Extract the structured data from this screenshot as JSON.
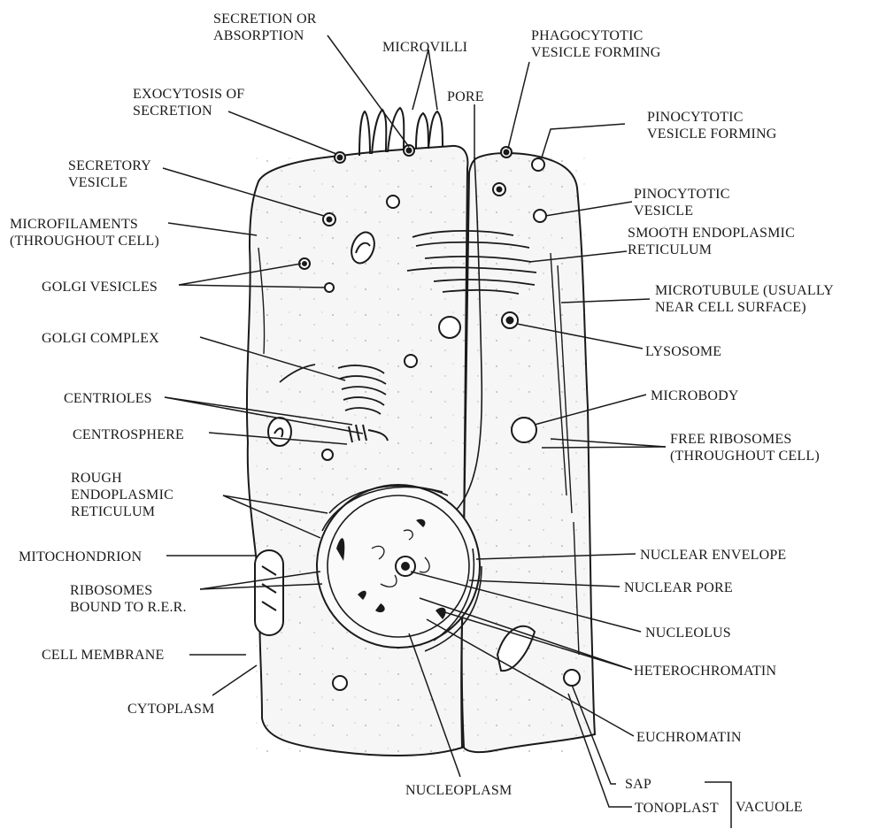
{
  "labels": {
    "secretion_or_absorption": "SECRETION OR\nABSORPTION",
    "microvilli": "MICROVILLI",
    "phagocytotic_vesicle_forming": "PHAGOCYTOTIC\nVESICLE FORMING",
    "exocytosis_of_secretion": "EXOCYTOSIS OF\nSECRETION",
    "pore": "PORE",
    "pinocytotic_vesicle_forming": "PINOCYTOTIC\nVESICLE FORMING",
    "secretory_vesicle": "SECRETORY\nVESICLE",
    "pinocytotic_vesicle": "PINOCYTOTIC\nVESICLE",
    "microfilaments": "MICROFILAMENTS\n(THROUGHOUT CELL)",
    "smooth_er": "SMOOTH ENDOPLASMIC\nRETICULUM",
    "golgi_vesicles": "GOLGI VESICLES",
    "microtubule": "MICROTUBULE (USUALLY\nNEAR CELL SURFACE)",
    "golgi_complex": "GOLGI COMPLEX",
    "lysosome": "LYSOSOME",
    "centrioles": "CENTRIOLES",
    "microbody": "MICROBODY",
    "centrosphere": "CENTROSPHERE",
    "free_ribosomes": "FREE RIBOSOMES\n(THROUGHOUT CELL)",
    "rough_er": "ROUGH\nENDOPLASMIC\nRETICULUM",
    "mitochondrion": "MITOCHONDRION",
    "nuclear_envelope": "NUCLEAR ENVELOPE",
    "ribosomes_bound": "RIBOSOMES\nBOUND TO R.E.R.",
    "nuclear_pore": "NUCLEAR PORE",
    "nucleolus": "NUCLEOLUS",
    "cell_membrane": "CELL MEMBRANE",
    "heterochromatin": "HETEROCHROMATIN",
    "cytoplasm": "CYTOPLASM",
    "euchromatin": "EUCHROMATIN",
    "nucleoplasm": "NUCLEOPLASM",
    "sap": "SAP",
    "tonoplast": "TONOPLAST",
    "vacuole": "VACUOLE"
  },
  "colors": {
    "line": "#1a1a1a",
    "cell_fill": "#f6f6f6",
    "background": "#ffffff"
  }
}
